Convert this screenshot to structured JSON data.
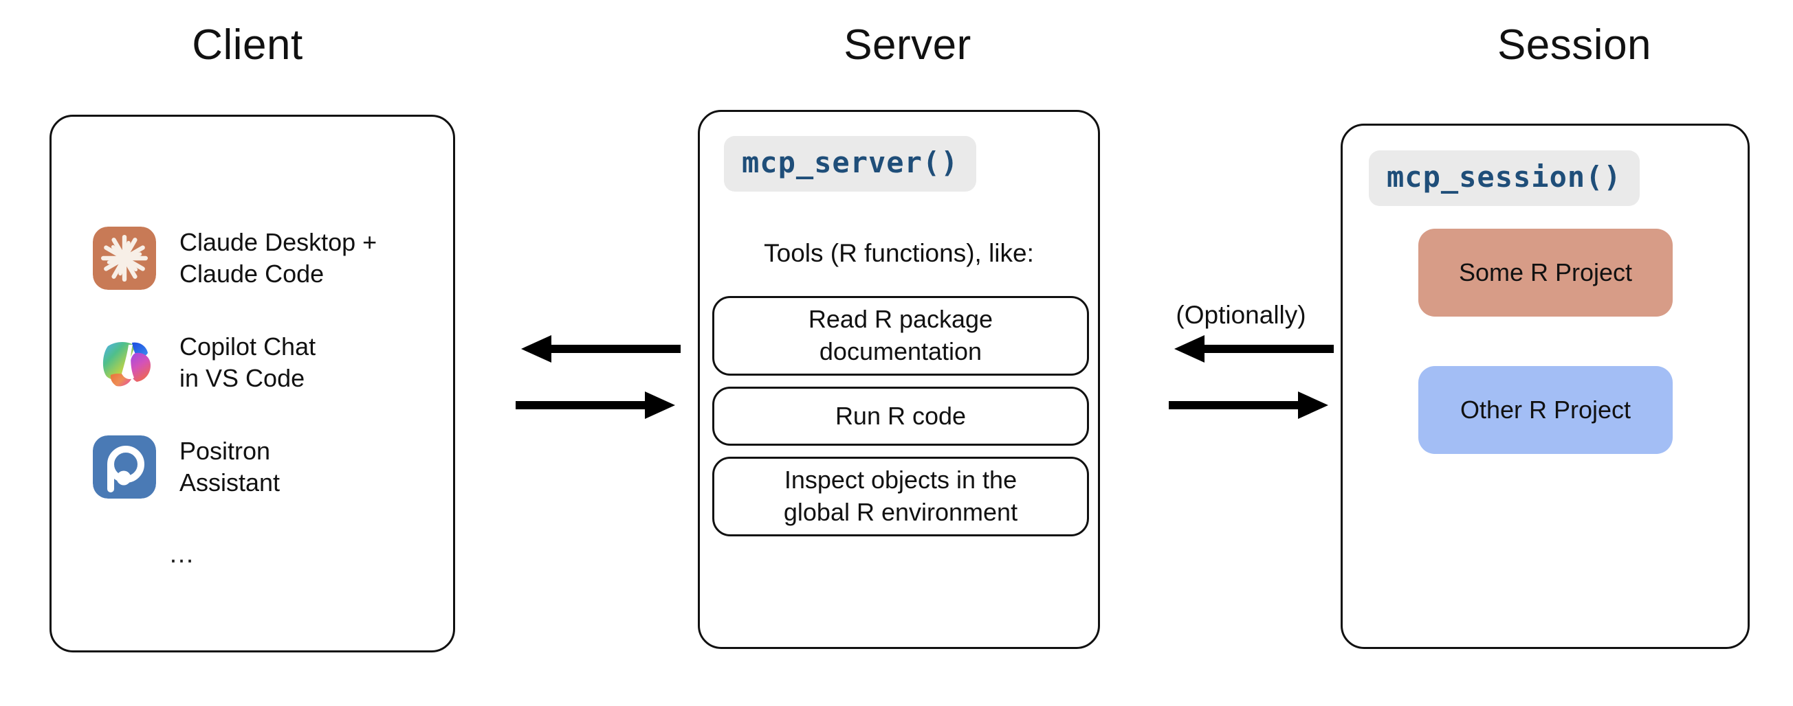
{
  "columns": [
    {
      "title": "Client"
    },
    {
      "title": "Server"
    },
    {
      "title": "Session"
    }
  ],
  "client": {
    "items": [
      {
        "label": "Claude Desktop +\nClaude Code",
        "icon": "claude-icon"
      },
      {
        "label": "Copilot Chat\nin VS Code",
        "icon": "copilot-icon"
      },
      {
        "label": "Positron\nAssistant",
        "icon": "positron-icon"
      }
    ],
    "ellipsis": "…"
  },
  "server": {
    "code_label": "mcp_server()",
    "tools_caption": "Tools (R functions), like:",
    "tools": [
      {
        "label": "Read R package\ndocumentation"
      },
      {
        "label": "Run R code"
      },
      {
        "label": "Inspect objects in the\nglobal R environment"
      }
    ]
  },
  "session": {
    "code_label": "mcp_session()",
    "projects": [
      {
        "label": "Some R Project",
        "color": "#D79C87"
      },
      {
        "label": "Other R Project",
        "color": "#A3BEF5"
      }
    ]
  },
  "connectors": {
    "client_server": {
      "left_arrow": "◀",
      "right_arrow": "▶"
    },
    "server_session": {
      "note": "(Optionally)",
      "left_arrow": "◀",
      "right_arrow": "▶"
    }
  },
  "colors": {
    "claude_icon_bg": "#C87A56",
    "claude_icon_fg": "#F5EFE8",
    "positron_icon_bg": "#4A7AB5",
    "positron_icon_fg": "#FFFFFF",
    "code_chip_bg": "#EAEAEA",
    "code_chip_fg": "#1F4E79",
    "panel_border": "#111111",
    "project_salmon": "#D79C87",
    "project_blue": "#A3BEF5"
  }
}
